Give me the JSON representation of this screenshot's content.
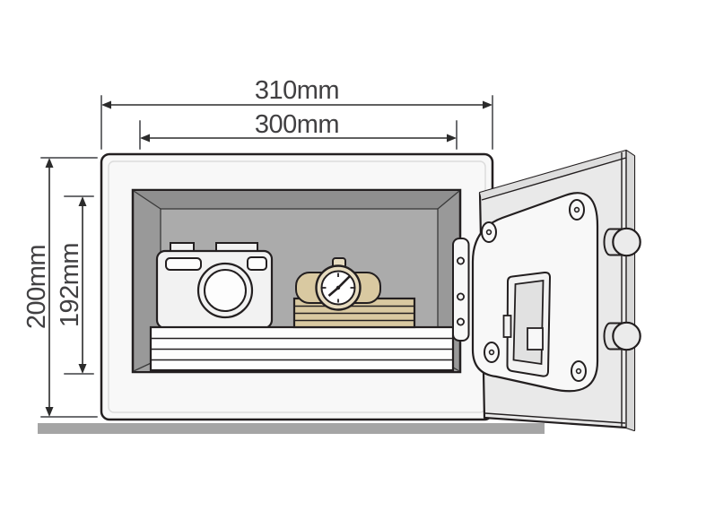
{
  "diagram": {
    "type": "product-dimension-diagram",
    "subject": "Compact electronic safe shown with door open; interior holds a camera, a wristwatch on a box stack and a stack of documents",
    "dimensions": {
      "outer_width": "310mm",
      "inner_width": "300mm",
      "outer_height": "200mm",
      "inner_height": "192mm"
    },
    "parts": [
      "safe-body",
      "interior-compartment",
      "document-stack",
      "box-stack",
      "camera",
      "wristwatch",
      "hinge",
      "door",
      "door-inner-panel",
      "battery-cover",
      "locking-bolts",
      "floor-line"
    ],
    "colors": {
      "outline": "#231f20",
      "dim_line": "#2b2b2b",
      "ext_line": "#6d6e71",
      "text": "#414042",
      "body_fill": "#f8f8f8",
      "wall": "#999999",
      "ceiling": "#8f8f8f",
      "back_wall": "#ababab",
      "interior_floor": "#a2a2a2",
      "floor_bar": "#a5a5a5",
      "white_item": "#fdfdfd",
      "light_item": "#f2f2f2",
      "tan": "#d9c9a1",
      "cream": "#e7dcc0",
      "door_slab": "#e9e9e9",
      "door_bevel": "#dedede",
      "door_edge": "#d8d8d8",
      "panel_fill": "#f8f8f8",
      "bolt_fill": "#e5e5e5",
      "bolt_cap": "#ebebeb",
      "battery_inner": "#e1e1e1"
    }
  }
}
